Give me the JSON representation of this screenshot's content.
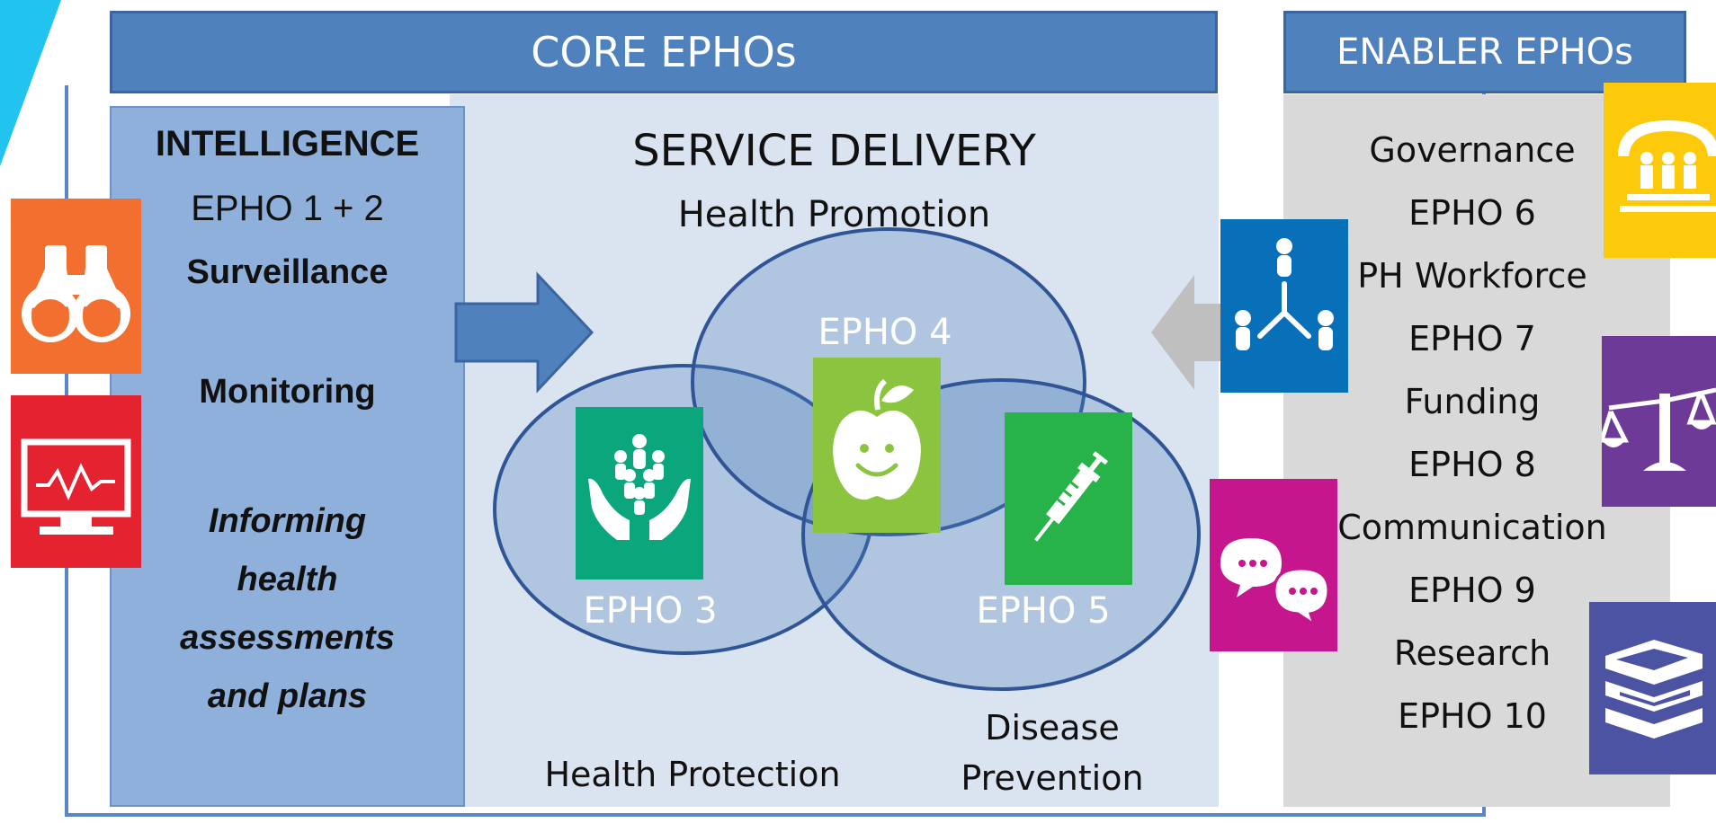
{
  "core_header": "CORE EPHOs",
  "enabler_header": "ENABLER EPHOs",
  "intelligence": {
    "title": "INTELLIGENCE",
    "epho": "EPHO 1 + 2",
    "surveillance": "Surveillance",
    "monitoring": "Monitoring",
    "informing": "Informing health assessments and plans"
  },
  "service_delivery": {
    "title": "SERVICE DELIVERY",
    "subtitle": "Health Promotion",
    "epho3": "EPHO 3",
    "epho4": "EPHO 4",
    "epho5": "EPHO 5",
    "health_protection": "Health Protection",
    "disease_prevention": "Disease Prevention"
  },
  "enablers": [
    "Governance",
    "EPHO 6",
    "PH Workforce",
    "EPHO 7",
    "Funding",
    "EPHO 8",
    "Communication",
    "EPHO 9",
    "Research",
    "EPHO 10"
  ],
  "colors": {
    "header_blue": "#4f81bd",
    "intel_blue": "#8eb0db",
    "service_bg": "#dae3f0",
    "enabler_gray": "#d9d9d9",
    "accent_cyan": "#21c4ef",
    "binoculars_orange": "#f36f2f",
    "monitor_red": "#e5222f",
    "people_teal": "#0ba67b",
    "apple_green": "#8bc53f",
    "syringe_green": "#27b24a",
    "network_blue": "#0770b8",
    "chat_magenta": "#c6168d",
    "governance_yellow": "#fcca0a",
    "scales_purple": "#6e3a97",
    "books_indigo": "#4d53a3"
  },
  "icons": [
    "binoculars-icon",
    "monitor-pulse-icon",
    "people-hands-icon",
    "smiling-apple-icon",
    "syringe-icon",
    "network-people-icon",
    "speech-bubbles-icon",
    "governance-building-icon",
    "scales-icon",
    "books-icon"
  ]
}
